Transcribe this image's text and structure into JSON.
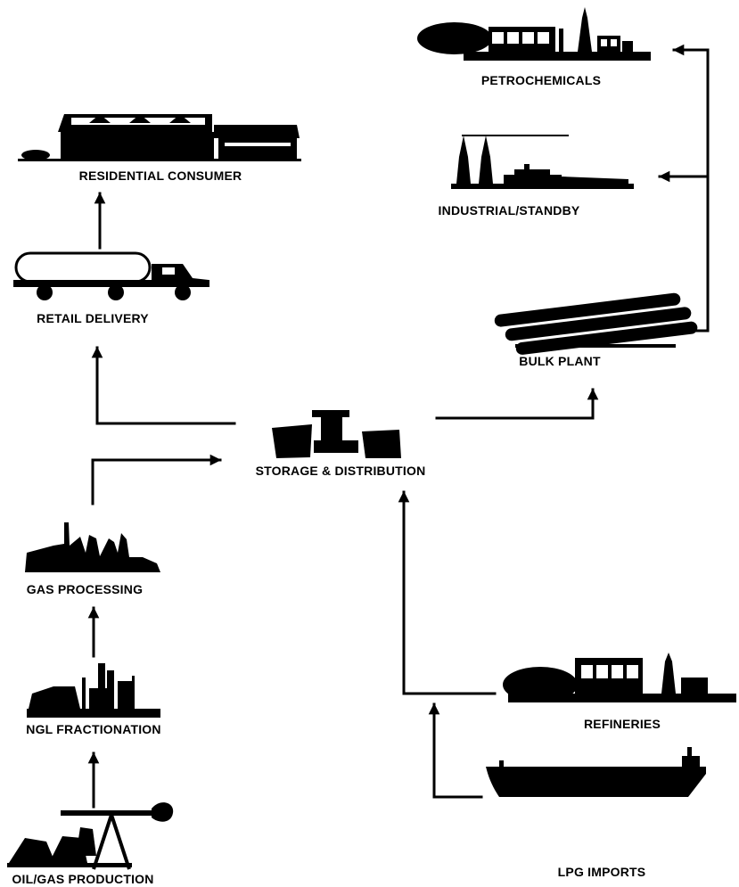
{
  "nodes": {
    "petrochemicals": "PETROCHEMICALS",
    "industrial": "INDUSTRIAL/STANDBY",
    "residential": "RESIDENTIAL CONSUMER",
    "retail": "RETAIL DELIVERY",
    "bulk": "BULK PLANT",
    "storage": "STORAGE & DISTRIBUTION",
    "gas_processing": "GAS PROCESSING",
    "ngl": "NGL FRACTIONATION",
    "oil_gas": "OIL/GAS PRODUCTION",
    "refineries": "REFINERIES",
    "lpg_imports": "LPG IMPORTS"
  },
  "icons": {
    "petrochemicals": "petrochemical-plant-icon",
    "industrial": "industrial-plant-icon",
    "residential": "house-icon",
    "retail": "delivery-truck-icon",
    "bulk": "bulk-storage-tanks-icon",
    "storage": "storage-tanks-icon",
    "gas_processing": "gas-processing-plant-icon",
    "ngl": "fractionation-plant-icon",
    "oil_gas": "pumpjack-icon",
    "refineries": "refinery-icon",
    "lpg_imports": "tanker-ship-icon"
  },
  "colors": {
    "ink": "#000000",
    "background": "#ffffff"
  }
}
